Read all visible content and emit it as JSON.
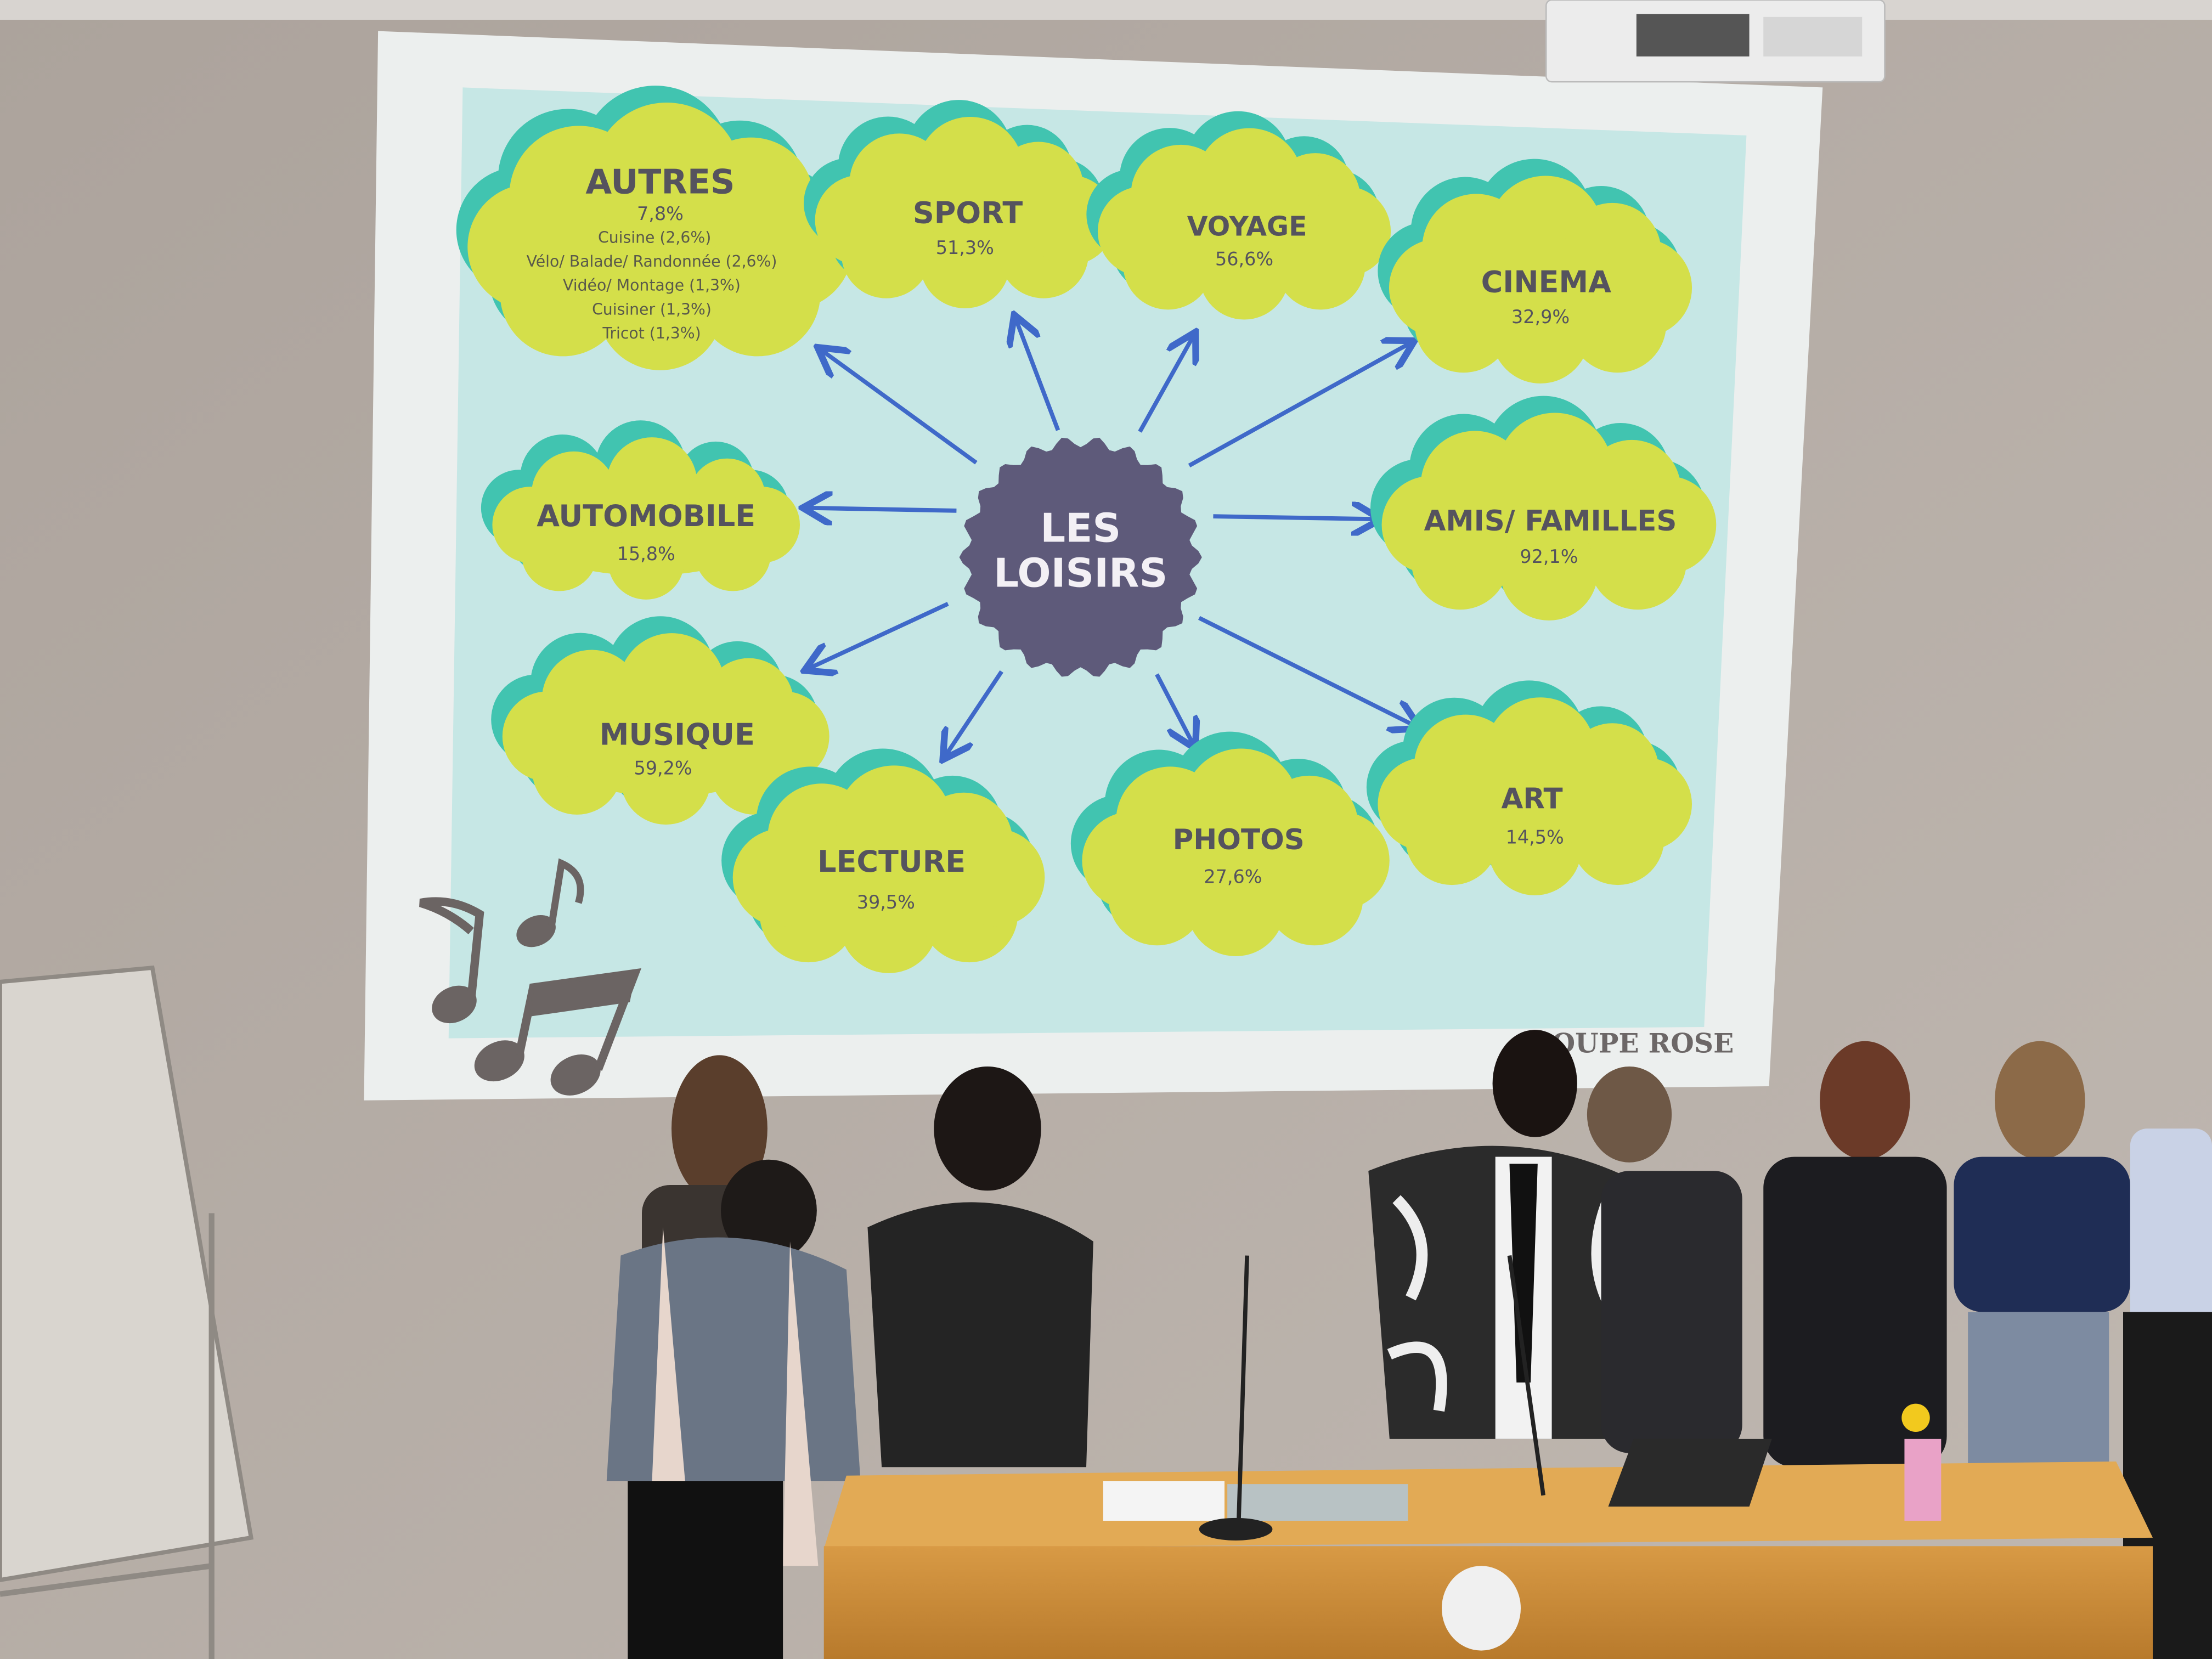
{
  "slide": {
    "center": {
      "line1": "LES",
      "line2": "LOISIRS"
    },
    "categories": [
      {
        "id": "autres",
        "title": "AUTRES",
        "percent": "7,8%",
        "details": [
          "Cuisine (2,6%)",
          "Vélo/ Balade/ Randonnée (2,6%)",
          "Vidéo/ Montage (1,3%)",
          "Cuisiner (1,3%)",
          "Tricot (1,3%)"
        ]
      },
      {
        "id": "sport",
        "title": "SPORT",
        "percent": "51,3%"
      },
      {
        "id": "voyage",
        "title": "VOYAGE",
        "percent": "56,6%"
      },
      {
        "id": "cinema",
        "title": "CINEMA",
        "percent": "32,9%"
      },
      {
        "id": "automobile",
        "title": "AUTOMOBILE",
        "percent": "15,8%"
      },
      {
        "id": "amis",
        "title": "AMIS/ FAMILLES",
        "percent": "92,1%"
      },
      {
        "id": "musique",
        "title": "MUSIQUE",
        "percent": "59,2%"
      },
      {
        "id": "lecture",
        "title": "LECTURE",
        "percent": "39,5%"
      },
      {
        "id": "photos",
        "title": "PHOTOS",
        "percent": "27,6%"
      },
      {
        "id": "art",
        "title": "ART",
        "percent": "14,5%"
      }
    ],
    "footer": "OUPE ROSE"
  },
  "colors": {
    "wall": "#b3aaa3",
    "slide_bg": "#c6e7e5",
    "cloud_front": "#d4df4a",
    "cloud_back": "#41c4b0",
    "center_badge": "#5e5a7a",
    "arrow": "#3f69c9",
    "desk": "#c98a35"
  }
}
